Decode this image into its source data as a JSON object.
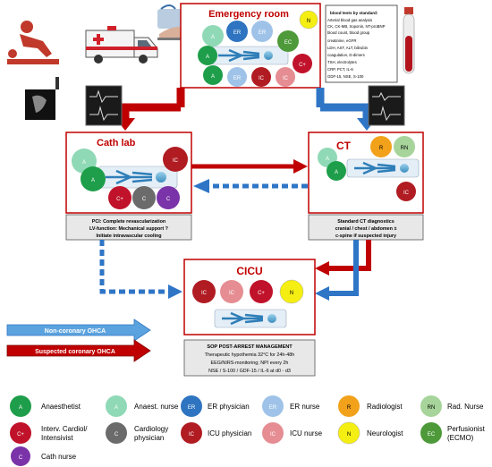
{
  "rooms": {
    "er": "Emergency room",
    "cath": "Cath lab",
    "ct": "CT",
    "cicu": "CICU"
  },
  "blood_tests": {
    "title": "blood tests by standard:",
    "items": [
      "Arterial blood gas analysis",
      "CK, CK-MB, troponin, NT-proBNP",
      "blood count, blood group",
      "creatinine, eGFR",
      "LDH, AST, ALT, bilirubin",
      "coagulation, D-dimers",
      "TSH, electrolytes",
      "CRP, PCT, IL-6",
      "GDF-15, NSE, S-100"
    ]
  },
  "boxes": {
    "cath": [
      "PCI: Complete revascularization",
      "LV-function: Mechanical support ?",
      "Initiate intravascular cooling"
    ],
    "ct": [
      "Standard CT diagnostics",
      "cranial / chest / abdomen ±",
      "c-spine if suspected injury"
    ],
    "sop": [
      "SOP POST-ARREST MANAGEMENT",
      "Therapeutic hypothemia  32°C for 24h-48h",
      "EEG/NIRS-monitoring; NPI every 2h",
      "NSE / S-100 / GDF-15 / IL-6 at d0 - d3"
    ]
  },
  "arrows": {
    "non_coronary": "Non-coronary OHCA",
    "coronary": "Suspected coronary OHCA"
  },
  "badges": {
    "A": "A",
    "AN": "A",
    "ER": "ER",
    "ERN": "ER",
    "R": "R",
    "RN": "RN",
    "CP": "C+",
    "C": "C",
    "IC": "IC",
    "ICN": "IC",
    "N": "N",
    "EC": "EC"
  },
  "legend": [
    {
      "code": "A",
      "label": "Anaesthetist",
      "color": "#1e9e4a",
      "text": "#ffffff"
    },
    {
      "code": "A",
      "label": "Anaest. nurse",
      "color": "#8fd9b6",
      "text": "#ffffff"
    },
    {
      "code": "ER",
      "label": "ER physician",
      "color": "#2e74c0",
      "text": "#ffffff"
    },
    {
      "code": "ER",
      "label": "ER nurse",
      "color": "#9fc3e8",
      "text": "#ffffff"
    },
    {
      "code": "R",
      "label": "Radiologist",
      "color": "#f2a11a",
      "text": "#000000"
    },
    {
      "code": "RN",
      "label": "Rad. Nurse",
      "color": "#a7d49a",
      "text": "#000000"
    },
    {
      "code": "C+",
      "label": "Interv. Cardiol/ Intensivist",
      "color": "#c0122a",
      "text": "#ffffff"
    },
    {
      "code": "C",
      "label": "Cardiology physician",
      "color": "#6b6b6b",
      "text": "#ffffff"
    },
    {
      "code": "IC",
      "label": "ICU physician",
      "color": "#b01c22",
      "text": "#ffffff"
    },
    {
      "code": "IC",
      "label": "ICU nurse",
      "color": "#e58d92",
      "text": "#ffffff"
    },
    {
      "code": "N",
      "label": "Neurologist",
      "color": "#f5ee12",
      "text": "#000000"
    },
    {
      "code": "EC",
      "label": "Perfusionist (ECMO)",
      "color": "#4e9a3a",
      "text": "#ffffff"
    },
    {
      "code": "C",
      "label": "Cath nurse",
      "color": "#7a33a8",
      "text": "#ffffff"
    }
  ],
  "colors": {
    "red": "#c00000",
    "blue": "#2e75c6",
    "dark_red": "#b01c22"
  }
}
